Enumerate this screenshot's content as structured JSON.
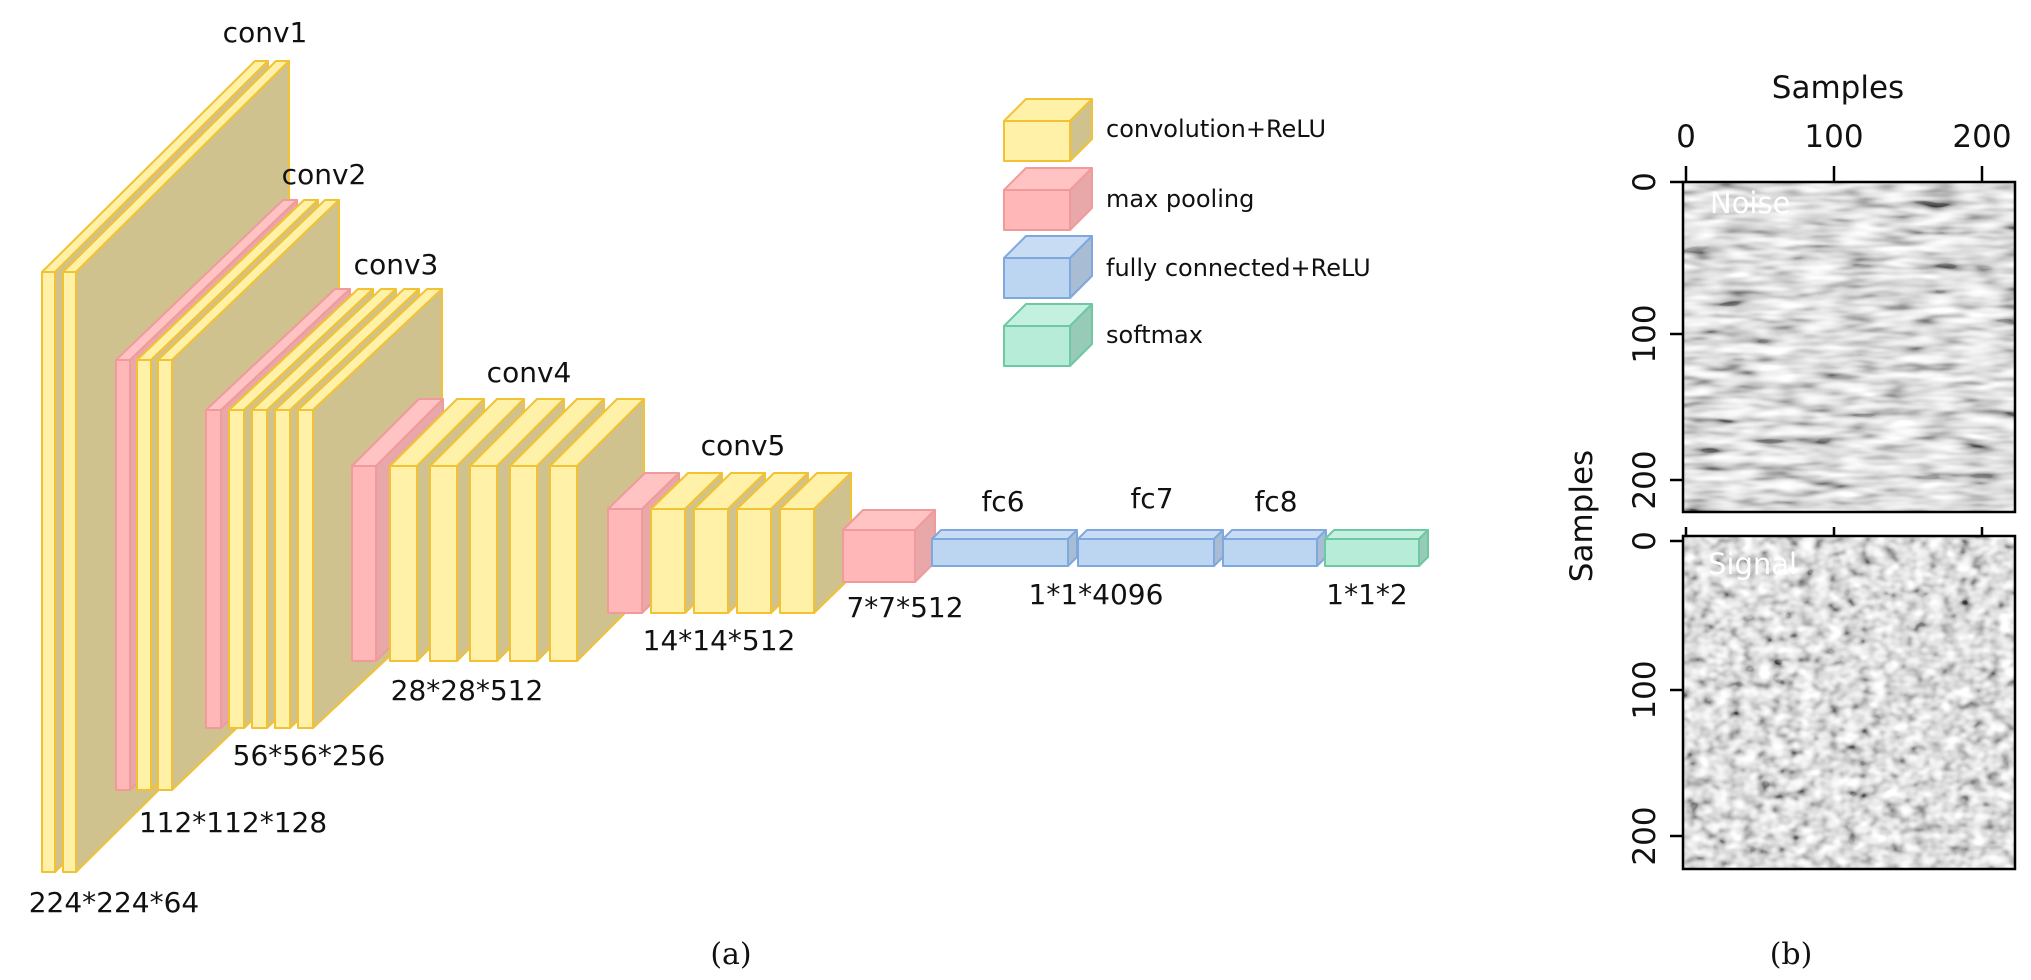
{
  "colors": {
    "conv_face": "#fff2a8",
    "conv_top": "#fff2a8",
    "conv_side": "#cfc28f",
    "conv_edge": "#f2c233",
    "pool_face": "#ffb7b8",
    "pool_top": "#ffc3c4",
    "pool_side": "#e8a7a8",
    "pool_edge": "#f19a9c",
    "fc_face": "#bcd6f2",
    "fc_top": "#c8ddf4",
    "fc_side": "#a8bcd4",
    "fc_edge": "#7fa8de",
    "soft_face": "#b6ecd8",
    "soft_top": "#c3f0df",
    "soft_side": "#97cbb7",
    "soft_edge": "#6fc8a4"
  },
  "diagram": {
    "block_labels": [
      "conv1",
      "conv2",
      "conv3",
      "conv4",
      "conv5",
      "fc6",
      "fc7",
      "fc8"
    ],
    "dim_labels": [
      "224*224*64",
      "112*112*128",
      "56*56*256",
      "28*28*512",
      "14*14*512",
      "7*7*512",
      "1*1*4096",
      "1*1*2"
    ],
    "legend": [
      {
        "label": "convolution+ReLU",
        "type": "conv"
      },
      {
        "label": "max pooling",
        "type": "pool"
      },
      {
        "label": "fully connected+ReLU",
        "type": "fc"
      },
      {
        "label": "softmax",
        "type": "soft"
      }
    ]
  },
  "plots": {
    "x_axis_title": "Samples",
    "y_axis_title": "Samples",
    "x_ticks": [
      "0",
      "100",
      "200"
    ],
    "panels": [
      {
        "label": "Noise",
        "y_ticks": [
          "0",
          "100",
          "200"
        ]
      },
      {
        "label": "Signal",
        "y_ticks": [
          "0",
          "100",
          "200"
        ]
      }
    ]
  },
  "captions": {
    "a": "(a)",
    "b": "(b)"
  }
}
